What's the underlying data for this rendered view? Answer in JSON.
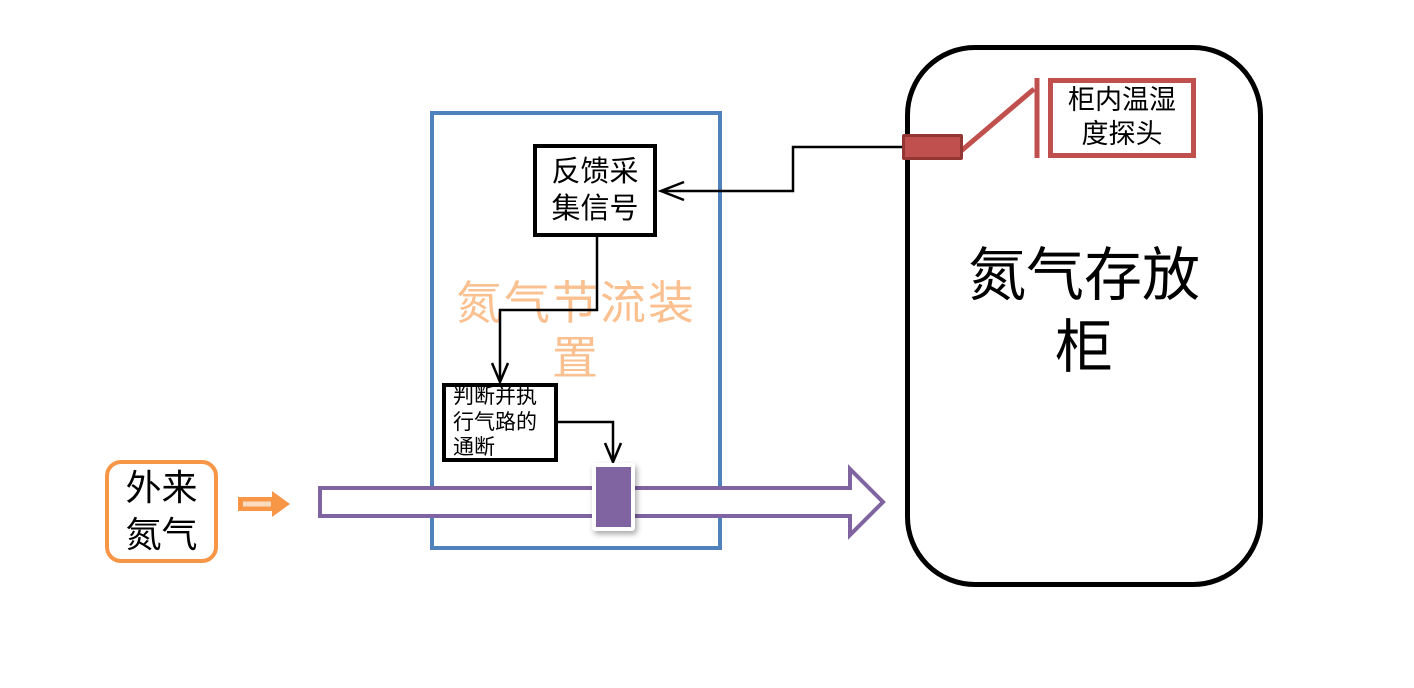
{
  "diagram": {
    "source_box": {
      "label": "外来\n氮气"
    },
    "flow": {
      "description_arrow": "nitrogen-flow"
    },
    "throttle_unit": {
      "title": "氮气节流装\n置",
      "feedback_box": {
        "label": "反馈采\n集信号"
      },
      "judge_box": {
        "label": "判断并执\n行气路的\n通断"
      }
    },
    "cabinet": {
      "title": "氮气存放\n柜"
    },
    "probe_callout": {
      "label": "柜内温湿\n度探头"
    },
    "colors": {
      "throttle_border_blue": "#4F81BD",
      "flow_purple": "#8064A2",
      "source_orange": "#F79646",
      "throttle_title_light_orange": "#FAC090",
      "probe_red": "#C0504D",
      "probe_border_dark_red": "#943634",
      "line_black": "#000000"
    }
  }
}
